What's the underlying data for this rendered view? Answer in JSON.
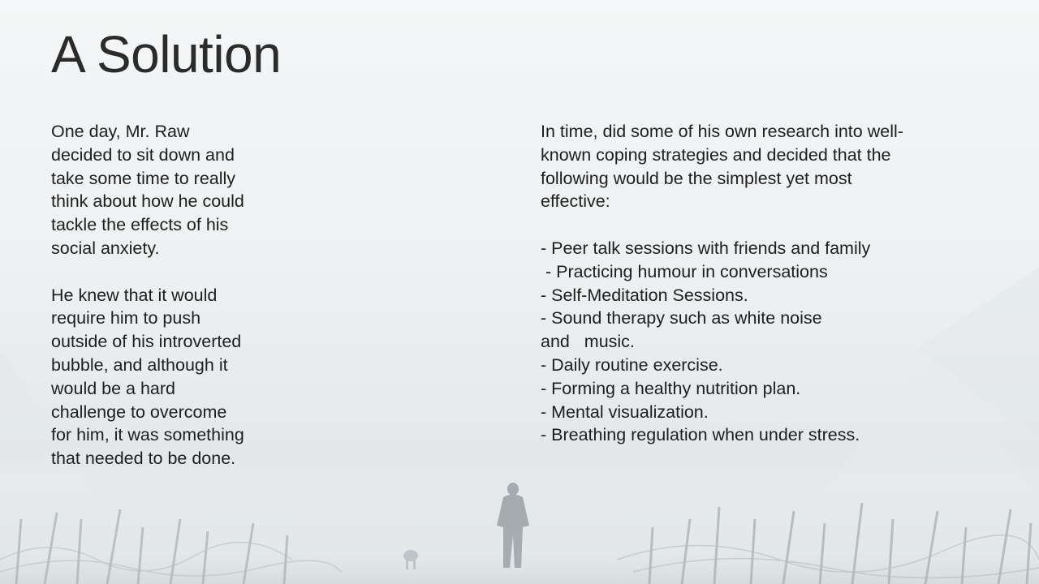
{
  "slide": {
    "title": "A Solution",
    "left_column": {
      "paragraph_1_lines": [
        "One day, Mr. Raw",
        "decided to sit down and",
        "take some time to really",
        "think about how he could",
        "tackle the effects of his",
        "social anxiety."
      ],
      "paragraph_2_lines": [
        "He knew that it would",
        "require him to push",
        "outside of his introverted",
        "bubble, and although it",
        "would be a hard",
        "challenge to overcome",
        "for him, it was something",
        "that needed to be done."
      ]
    },
    "right_column": {
      "intro_lines": [
        "In time, did some of his own research into well-",
        "known coping strategies and decided that the",
        "following would be the simplest yet most",
        "effective:"
      ],
      "list_items": [
        "- Peer talk sessions with friends and family",
        " - Practicing humour in conversations",
        "- Self-Meditation Sessions.",
        "- Sound therapy such as white noise",
        "and   music.",
        "- Daily routine exercise.",
        "- Forming a healthy nutrition plan.",
        "- Mental visualization.",
        "- Breathing regulation when under stress."
      ]
    }
  },
  "colors": {
    "background_top": "#f4f6f7",
    "background_bottom": "#dde2e4",
    "text": "#1e1e1e",
    "title": "#2b2b2b"
  }
}
